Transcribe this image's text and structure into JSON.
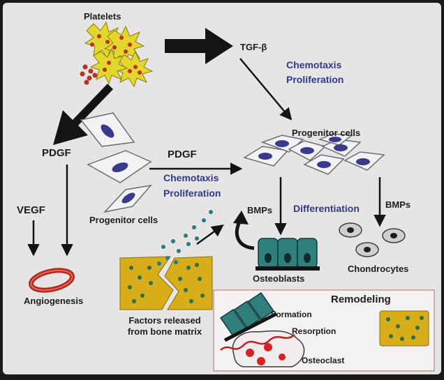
{
  "labels": {
    "platelets": "Platelets",
    "tgf_beta": "TGF-β",
    "chemotaxis_top": "Chemotaxis",
    "proliferation_top": "Proliferation",
    "pdgf_left": "PDGF",
    "pdgf_mid": "PDGF",
    "chemotaxis_mid": "Chemotaxis",
    "proliferation_mid": "Proliferation",
    "progenitor_cells_right": "Progenitor cells",
    "progenitor_cells_left": "Progenitor cells",
    "vegf": "VEGF",
    "angiogenesis": "Angiogenesis",
    "bmps_left": "BMPs",
    "differentiation": "Differentiation",
    "bmps_right": "BMPs",
    "osteoblasts": "Osteoblasts",
    "chondrocytes": "Chondrocytes",
    "factors_line1": "Factors released",
    "factors_line2": "from bone matrix",
    "remodeling": "Remodeling",
    "formation": "Formation",
    "resorption": "Resorption",
    "osteoclast": "Osteoclast"
  },
  "colors": {
    "background": "#e6e4e4",
    "label_blue": "#2e3a8c",
    "platelet_yellow": "#e3d62c",
    "platelet_red": "#b8321f",
    "bone_matrix": "#d8ad1a",
    "osteoblast_teal": "#2f7f7c",
    "remodel_border": "#c79a94"
  }
}
